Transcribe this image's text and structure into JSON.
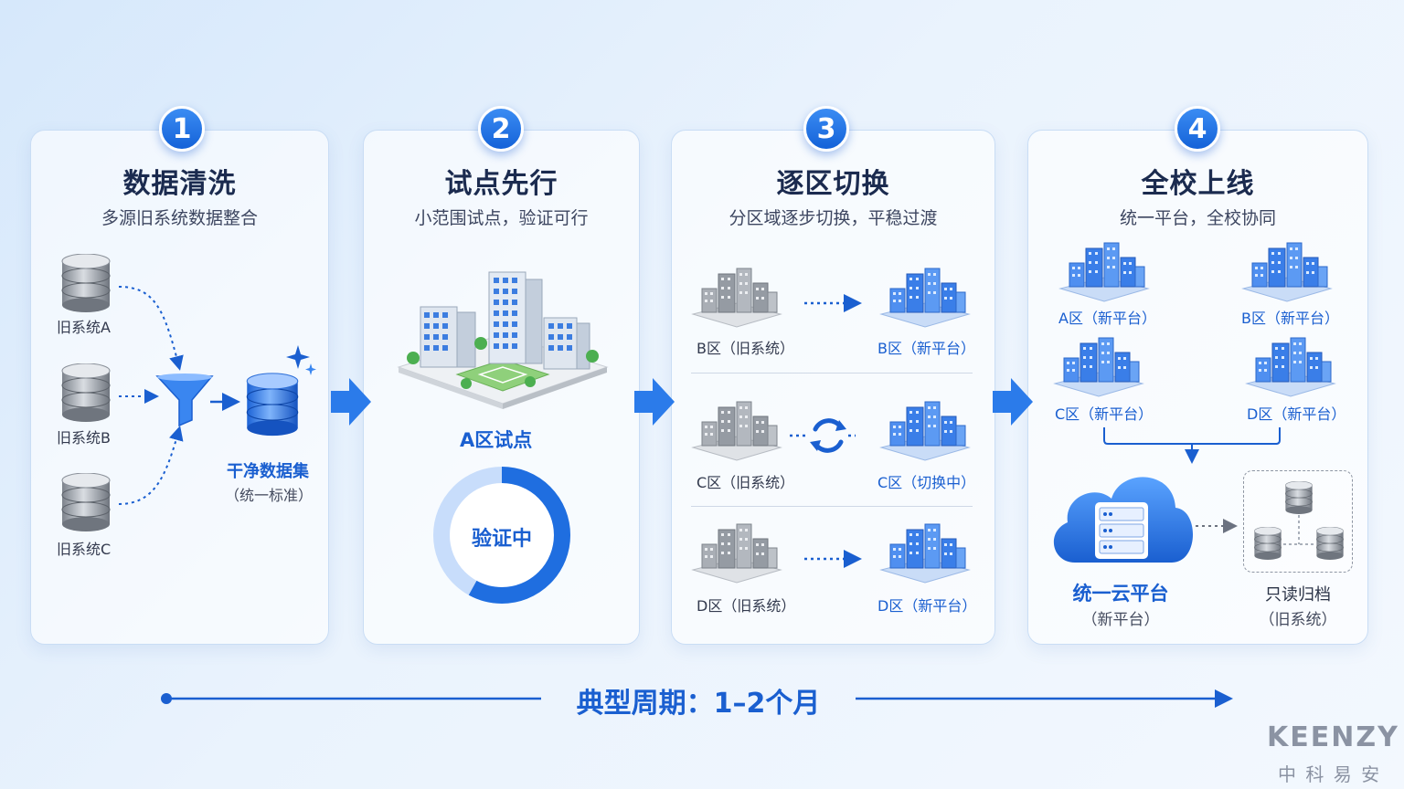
{
  "steps": [
    {
      "number": "1",
      "title": "数据清洗",
      "subtitle": "多源旧系统数据整合",
      "sources": [
        "旧系统A",
        "旧系统B",
        "旧系统C"
      ],
      "output_title": "干净数据集",
      "output_sub": "（统一标准）"
    },
    {
      "number": "2",
      "title": "试点先行",
      "subtitle": "小范围试点，验证可行",
      "pilot_label": "A区试点",
      "ring_label": "验证中",
      "ring_progress": 0.58
    },
    {
      "number": "3",
      "title": "逐区切换",
      "subtitle": "分区域逐步切换，平稳过渡",
      "rows": [
        {
          "from": "B区（旧系统）",
          "to": "B区（新平台）"
        },
        {
          "from": "C区（旧系统）",
          "to": "C区（切换中）"
        },
        {
          "from": "D区（旧系统）",
          "to": "D区（新平台）"
        }
      ]
    },
    {
      "number": "4",
      "title": "全校上线",
      "subtitle": "统一平台，全校协同",
      "zones": [
        "A区（新平台）",
        "B区（新平台）",
        "C区（新平台）",
        "D区（新平台）"
      ],
      "cloud_title": "统一云平台",
      "cloud_sub": "（新平台）",
      "archive_title": "只读归档",
      "archive_sub": "（旧系统）"
    }
  ],
  "timeline": "典型周期：1–2个月",
  "brand": {
    "name": "KEENZY",
    "sub": "中 科 易 安"
  },
  "colors": {
    "accent": "#1a5fd0",
    "title": "#1b2b4f"
  }
}
